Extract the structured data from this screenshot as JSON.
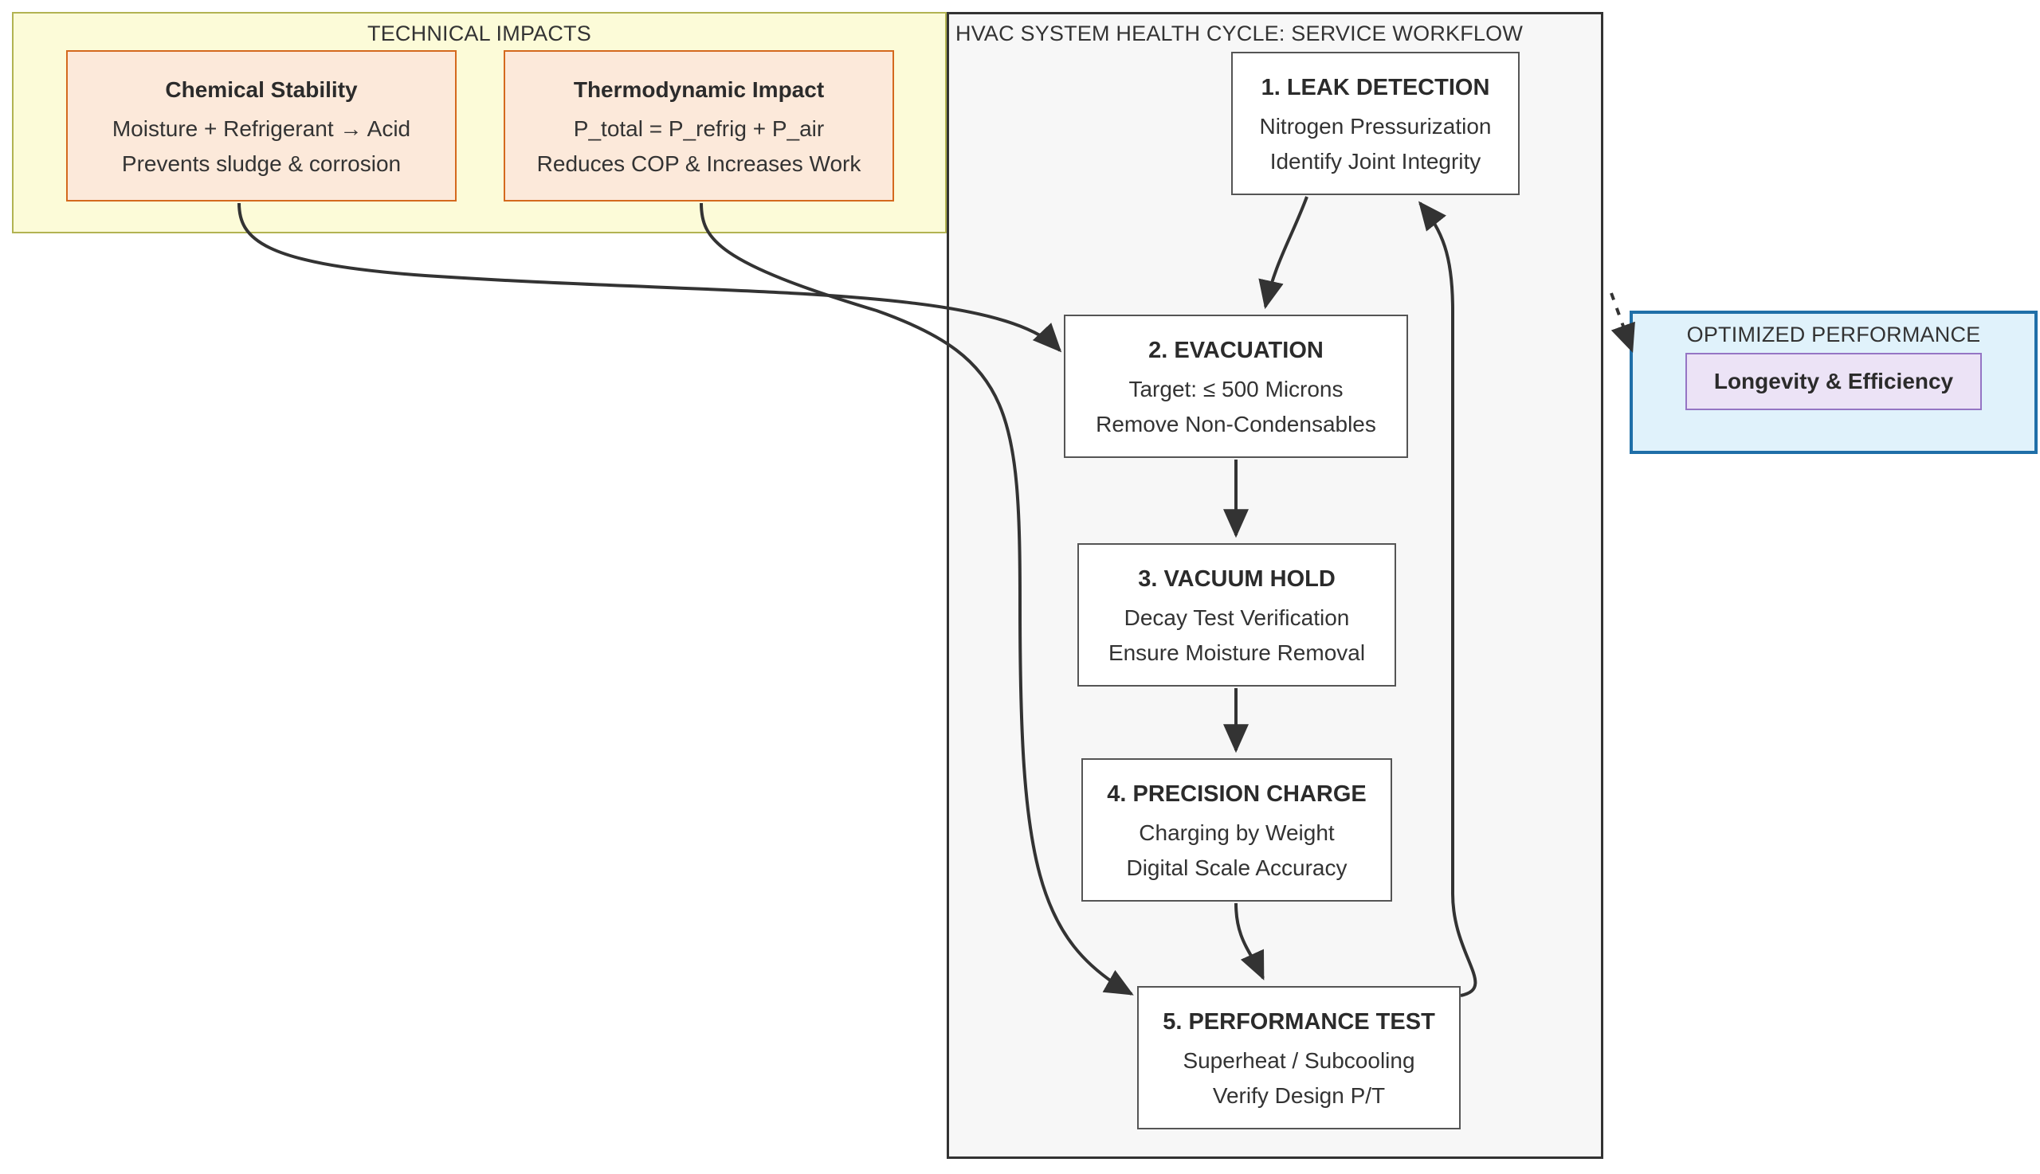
{
  "diagram": {
    "type": "flowchart",
    "clusters": [
      {
        "id": "technical_impacts",
        "title": "TECHNICAL IMPACTS",
        "fill": "#fcfbd8",
        "stroke": "#b2b352"
      },
      {
        "id": "hvac_cycle",
        "title": "HVAC SYSTEM HEALTH CYCLE: SERVICE WORKFLOW",
        "fill": "#f7f7f7",
        "stroke": "#333333"
      },
      {
        "id": "optimized_performance",
        "title": "OPTIMIZED PERFORMANCE",
        "fill": "#e0f2fb",
        "stroke": "#1f6fa8"
      }
    ],
    "technical_impacts": {
      "title": "TECHNICAL IMPACTS",
      "nodes": [
        {
          "id": "chemical_stability",
          "title": "Chemical Stability",
          "line1": "Moisture + Refrigerant → Acid",
          "line2": "Prevents sludge & corrosion"
        },
        {
          "id": "thermodynamic_impact",
          "title": "Thermodynamic Impact",
          "line1": "P_total = P_refrig + P_air",
          "line2": "Reduces COP & Increases Work"
        }
      ]
    },
    "hvac_cycle": {
      "title": "HVAC SYSTEM HEALTH CYCLE: SERVICE WORKFLOW",
      "steps": [
        {
          "id": "step1",
          "title": "1. LEAK DETECTION",
          "line1": "Nitrogen Pressurization",
          "line2": "Identify Joint Integrity"
        },
        {
          "id": "step2",
          "title": "2. EVACUATION",
          "line1": "Target: ≤ 500 Microns",
          "line2": "Remove Non-Condensables"
        },
        {
          "id": "step3",
          "title": "3. VACUUM HOLD",
          "line1": "Decay Test Verification",
          "line2": "Ensure Moisture Removal"
        },
        {
          "id": "step4",
          "title": "4. PRECISION CHARGE",
          "line1": "Charging by Weight",
          "line2": "Digital Scale Accuracy"
        },
        {
          "id": "step5",
          "title": "5. PERFORMANCE TEST",
          "line1": "Superheat / Subcooling",
          "line2": "Verify Design P/T"
        }
      ]
    },
    "optimized_performance": {
      "title": "OPTIMIZED PERFORMANCE",
      "node": {
        "id": "longevity_efficiency",
        "title": "Longevity & Efficiency"
      }
    },
    "edges": [
      {
        "from": "step1",
        "to": "step2",
        "style": "solid"
      },
      {
        "from": "step2",
        "to": "step3",
        "style": "solid"
      },
      {
        "from": "step3",
        "to": "step4",
        "style": "solid"
      },
      {
        "from": "step4",
        "to": "step5",
        "style": "solid"
      },
      {
        "from": "step5",
        "to": "step1",
        "style": "solid"
      },
      {
        "from": "chemical_stability",
        "to": "step2",
        "style": "solid"
      },
      {
        "from": "thermodynamic_impact",
        "to": "step5",
        "style": "solid"
      },
      {
        "from": "hvac_cycle",
        "to": "optimized_performance",
        "style": "dashed"
      }
    ],
    "colors": {
      "impact_fill": "#fce9da",
      "impact_stroke": "#d4691e",
      "cluster_tech_fill": "#fcfbd8",
      "cluster_tech_stroke": "#b2b352",
      "cluster_hvac_fill": "#f7f7f7",
      "cluster_hvac_stroke": "#333333",
      "cluster_opt_fill": "#e0f2fb",
      "cluster_opt_stroke": "#1f6fa8",
      "result_fill": "#ece3f6",
      "result_stroke": "#9575c4",
      "node_fill": "#ffffff",
      "node_stroke": "#555555",
      "edge_stroke": "#333333"
    }
  }
}
